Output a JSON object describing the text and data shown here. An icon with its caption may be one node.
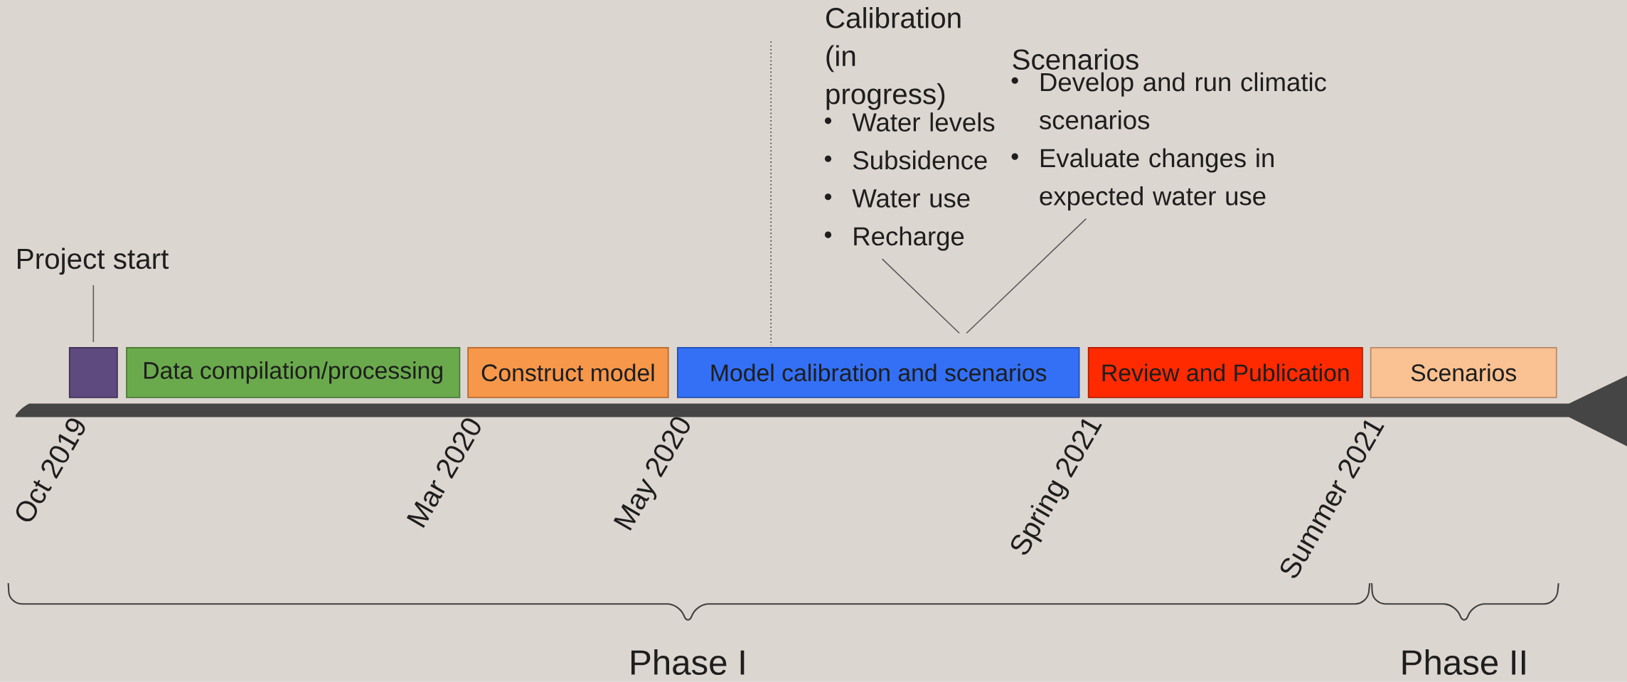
{
  "diagram": {
    "nodes": [
      {
        "text": [
          "Project start"
        ]
      },
      {
        "text": [],
        "shape": "box"
      },
      {
        "text": [
          "Data compilation/processing"
        ]
      },
      {
        "text": [
          "Construct model"
        ]
      },
      {
        "text": [
          "Model calibration and scenarios"
        ]
      },
      {
        "text": [
          "Review and Publication"
        ]
      },
      {
        "text": [
          "Scenarios"
        ]
      },
      {
        "text": [
          "Calibration (in progress)",
          "Water levels",
          "Subsidence",
          "Water use",
          "Recharge"
        ]
      },
      {
        "text": [
          "Scenarios",
          "Develop and run climatic scenarios",
          "Evaluate changes in expected water use"
        ]
      }
    ],
    "edges": [
      {
        "from": 0,
        "to": 1,
        "arrow": "none"
      },
      {
        "from": 7,
        "to": 4,
        "arrow": "none"
      },
      {
        "from": 8,
        "to": 4,
        "arrow": "none"
      }
    ],
    "labels": [
      "Oct 2019",
      "Mar 2020",
      "May 2020",
      "Spring 2021",
      "Summer 2021",
      "Phase I",
      "Phase II"
    ]
  }
}
